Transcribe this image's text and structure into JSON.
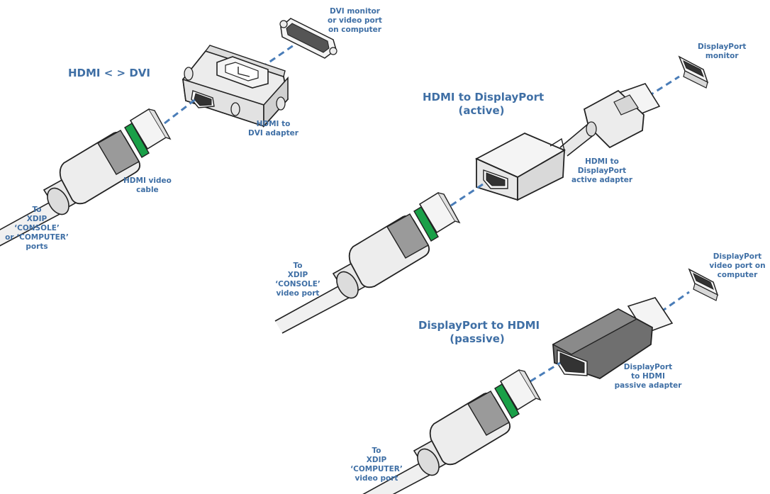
{
  "section1": {
    "title": "HDMI < > DVI",
    "dest_label": [
      "DVI monitor",
      "or video port",
      "on computer"
    ],
    "adapter_label": [
      "HDMI to",
      "DVI adapter"
    ],
    "cable_label": [
      "HDMI video",
      "cable"
    ],
    "source_label": [
      "To",
      "XDIP",
      "‘CONSOLE’",
      "or ‘COMPUTER’",
      "ports"
    ]
  },
  "section2": {
    "title_line1": "HDMI to DisplayPort",
    "title_line2": "(active)",
    "dest_label": [
      "DisplayPort",
      "monitor"
    ],
    "adapter_label": [
      "HDMI to",
      "DisplayPort",
      "active adapter"
    ],
    "source_label": [
      "To",
      "XDIP",
      "‘CONSOLE’",
      "video port"
    ]
  },
  "section3": {
    "title_line1": "DisplayPort to HDMI",
    "title_line2": "(passive)",
    "dest_label": [
      "DisplayPort",
      "video port on",
      "computer"
    ],
    "adapter_label": [
      "DisplayPort",
      "to HDMI",
      "passive adapter"
    ],
    "source_label": [
      "To",
      "XDIP",
      "‘COMPUTER’",
      "video port"
    ]
  },
  "colors": {
    "label_blue": "#3f6fa5",
    "dash_blue": "#4a7db8",
    "ring_green": "#1aa048",
    "cable_grey": "#9a9a9a",
    "adapter_dark": "#777777",
    "outline": "#222222"
  }
}
